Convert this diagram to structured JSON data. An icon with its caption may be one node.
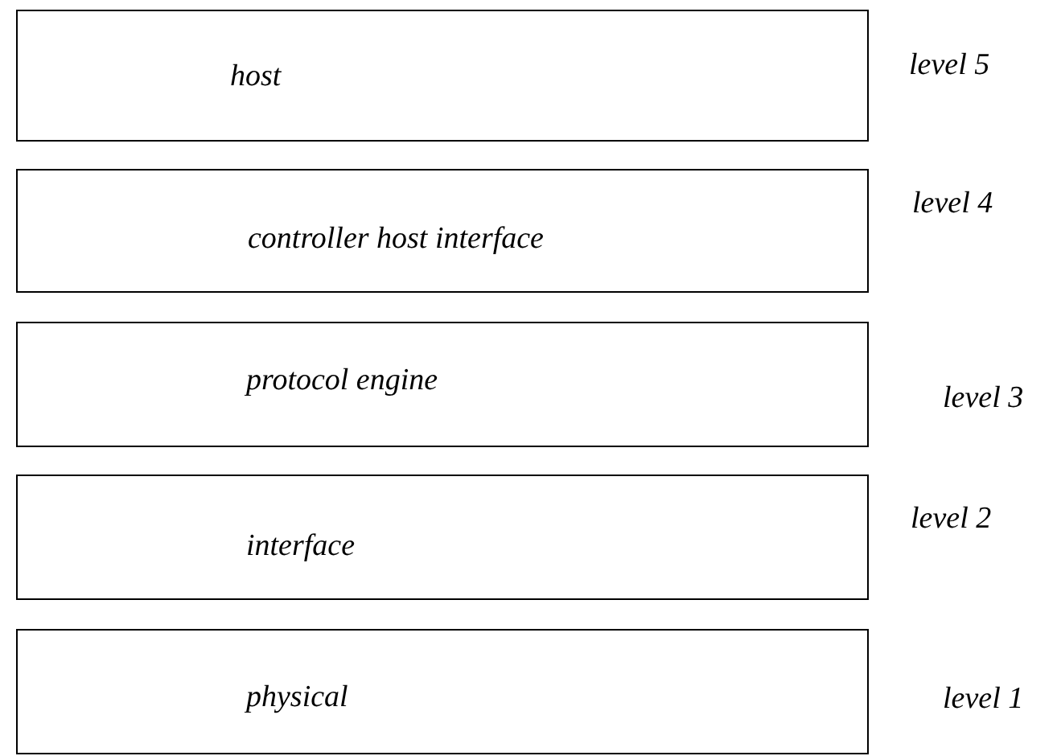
{
  "diagram": {
    "nodes": [
      {
        "text": [
          "host"
        ],
        "beside": [
          "level 5"
        ]
      },
      {
        "text": [
          "controller host interface"
        ],
        "beside": [
          "level 4"
        ]
      },
      {
        "text": [
          "protocol engine"
        ],
        "beside": [
          "level 3"
        ]
      },
      {
        "text": [
          "interface"
        ],
        "beside": [
          "level 2"
        ]
      },
      {
        "text": [
          "physical"
        ],
        "beside": [
          "level 1"
        ]
      }
    ]
  }
}
